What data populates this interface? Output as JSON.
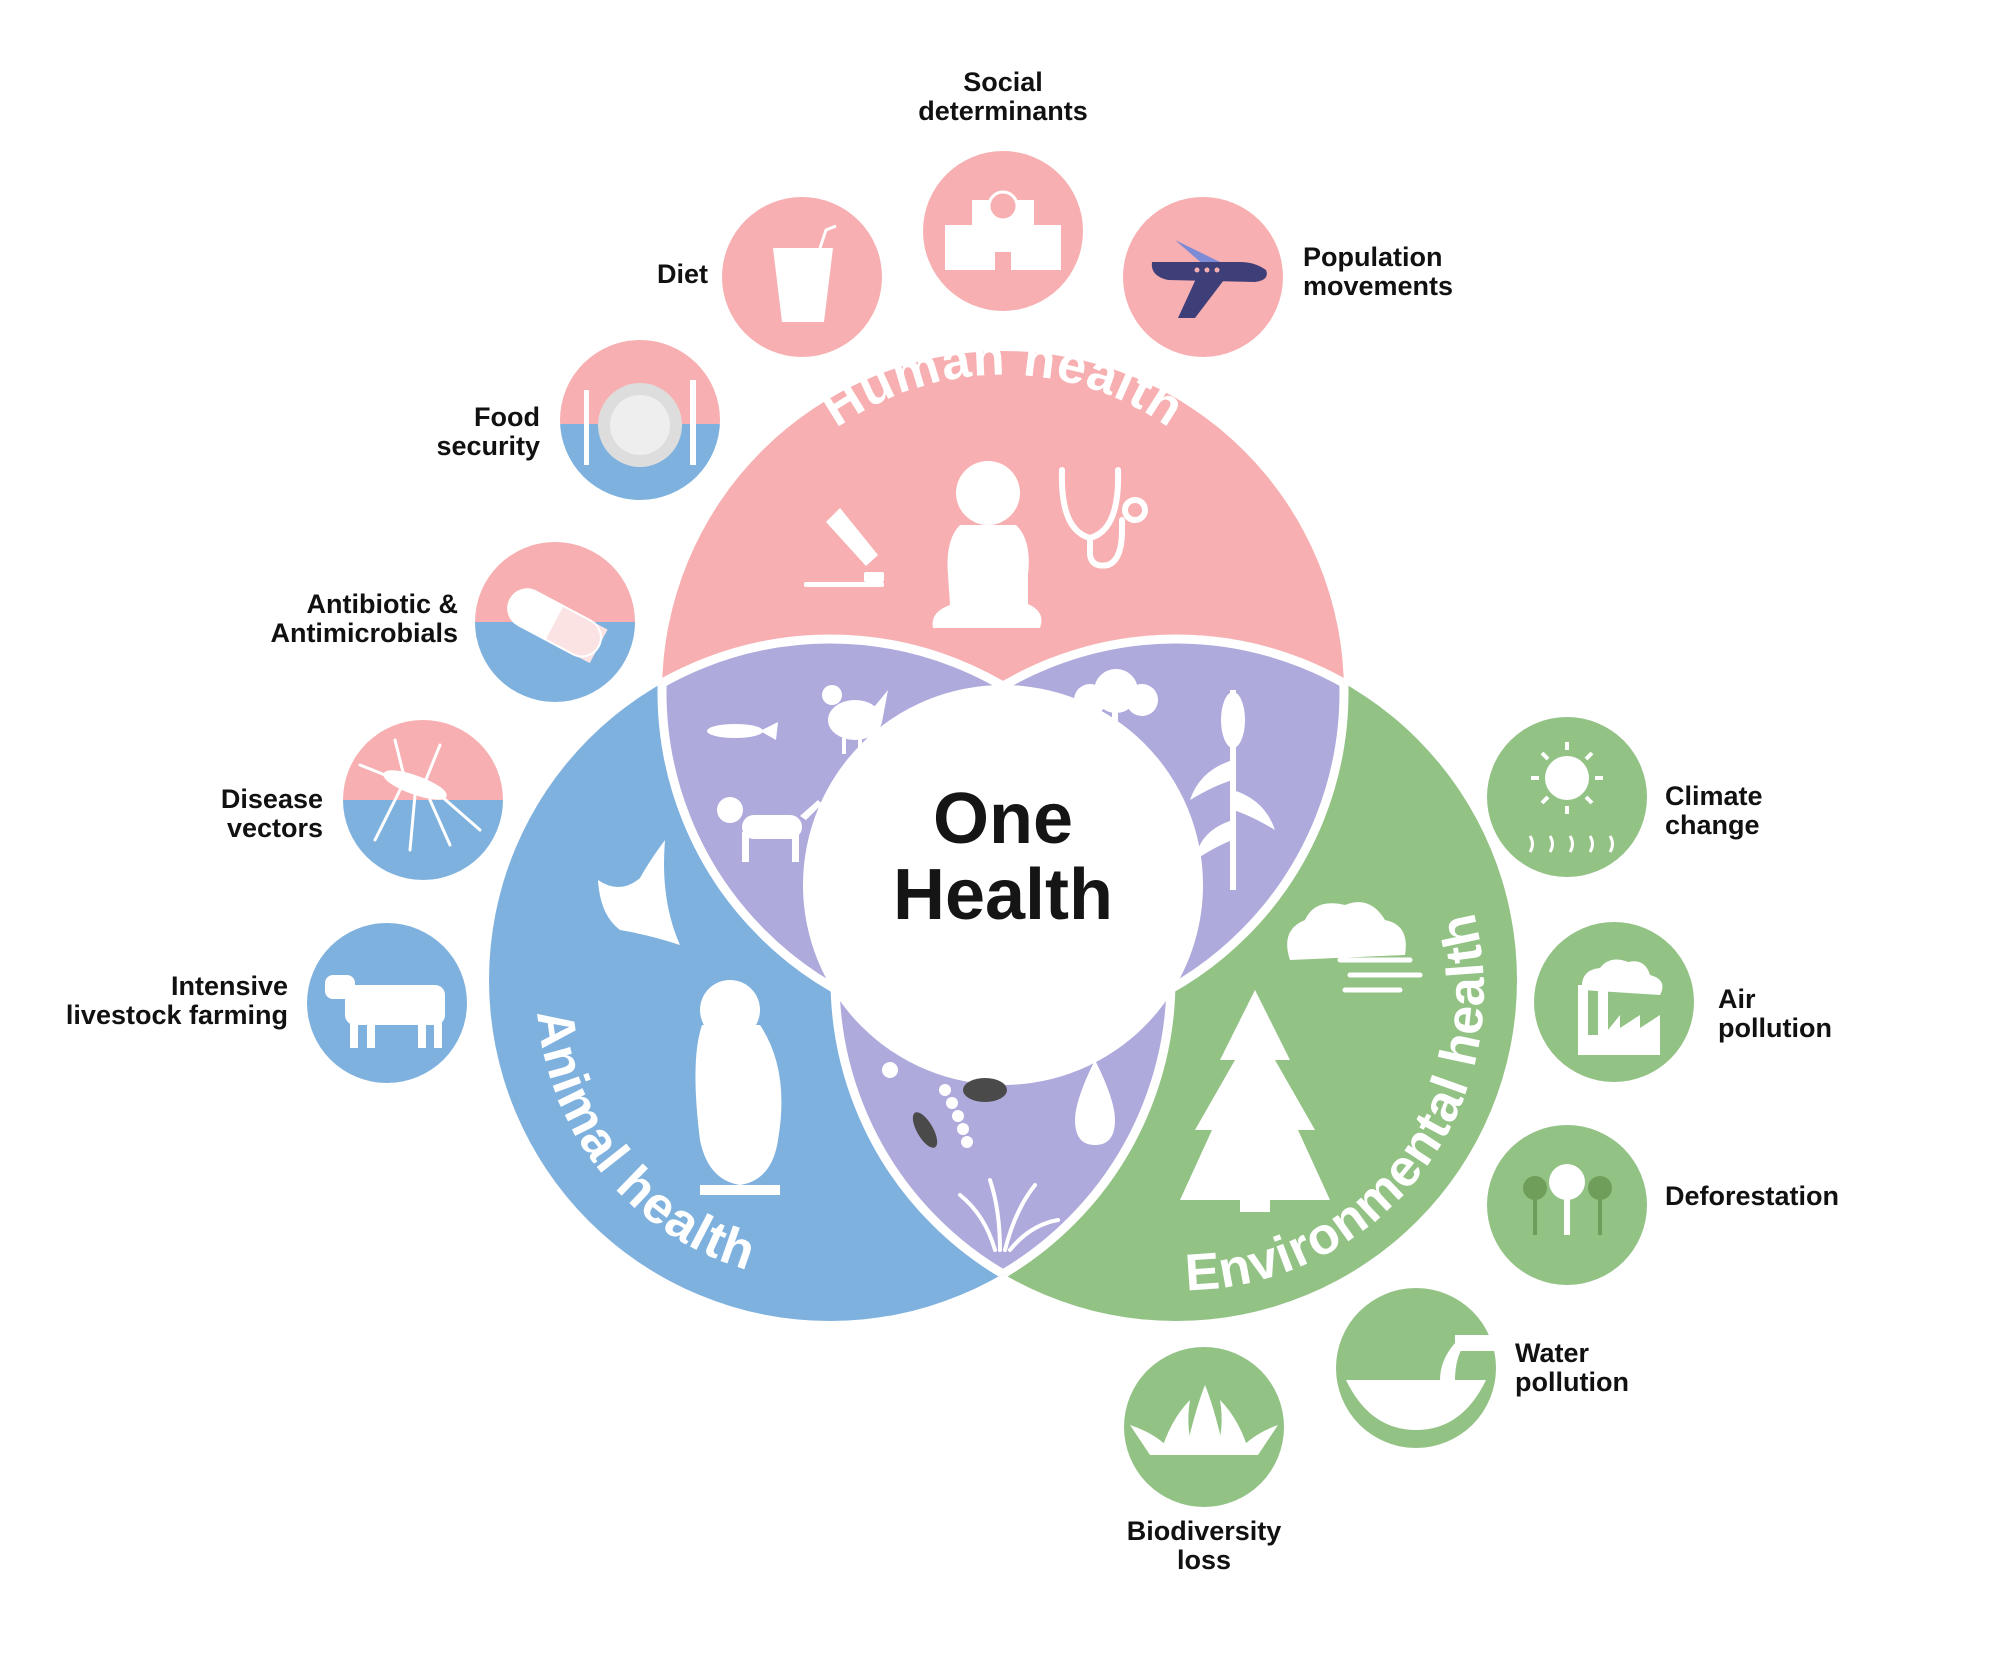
{
  "center": {
    "line1": "One",
    "line2": "Health"
  },
  "domains": {
    "human": {
      "label": "Human health"
    },
    "animal": {
      "label": "Animal health"
    },
    "environmental": {
      "label": "Environmental health"
    }
  },
  "factors": {
    "social_determinants": {
      "line1": "Social",
      "line2": "determinants",
      "icon": "hospital-icon"
    },
    "diet": {
      "line1": "Diet",
      "icon": "drinking-cup-icon"
    },
    "population_movements": {
      "line1": "Population",
      "line2": "movements",
      "icon": "airplane-icon"
    },
    "food_security": {
      "line1": "Food",
      "line2": "security",
      "icon": "plate-cutlery-icon"
    },
    "antibiotics": {
      "line1": "Antibiotic &",
      "line2": "Antimicrobials",
      "icon": "pill-capsule-icon"
    },
    "disease_vectors": {
      "line1": "Disease",
      "line2": "vectors",
      "icon": "mosquito-icon"
    },
    "livestock": {
      "line1": "Intensive",
      "line2": "livestock farming",
      "icon": "cow-icon"
    },
    "climate_change": {
      "line1": "Climate",
      "line2": "change",
      "icon": "sun-heat-icon"
    },
    "air_pollution": {
      "line1": "Air",
      "line2": "pollution",
      "icon": "factory-smoke-icon"
    },
    "deforestation": {
      "line1": "Deforestation",
      "icon": "trees-icon"
    },
    "water_pollution": {
      "line1": "Water",
      "line2": "pollution",
      "icon": "pipe-discharge-icon"
    },
    "biodiversity_loss": {
      "line1": "Biodiversity",
      "line2": "loss",
      "icon": "plant-icon"
    }
  },
  "colors": {
    "human": "#f7afb1",
    "animal": "#7fb1de",
    "environmental": "#93c285",
    "overlap": "#aeaadc",
    "airplane": "#3e3f79",
    "airplane_tail": "#7d8ad6",
    "microbe": "#4a4a4a",
    "grey_plate": "#dddddd"
  }
}
